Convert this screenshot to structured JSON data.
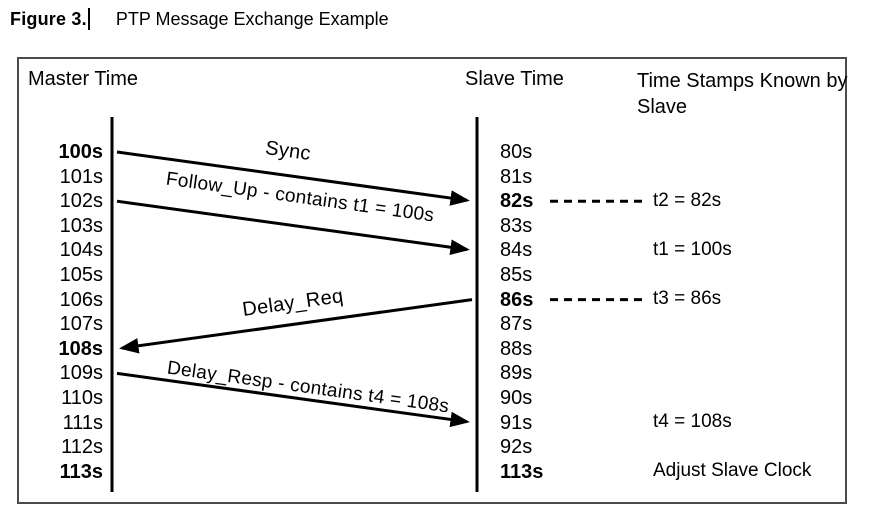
{
  "figure": {
    "label": "Figure 3.",
    "title": "PTP Message Exchange Example"
  },
  "colors": {
    "ink": "#000000",
    "box_border": "#4b4b4b",
    "background": "#ffffff"
  },
  "diagram": {
    "headers": {
      "master": "Master Time",
      "slave": "Slave Time",
      "timestamps": "Time Stamps Known by Slave"
    },
    "master_rows": [
      {
        "label": "100s",
        "bold": true
      },
      {
        "label": "101s",
        "bold": false
      },
      {
        "label": "102s",
        "bold": false
      },
      {
        "label": "103s",
        "bold": false
      },
      {
        "label": "104s",
        "bold": false
      },
      {
        "label": "105s",
        "bold": false
      },
      {
        "label": "106s",
        "bold": false
      },
      {
        "label": "107s",
        "bold": false
      },
      {
        "label": "108s",
        "bold": true
      },
      {
        "label": "109s",
        "bold": false
      },
      {
        "label": "110s",
        "bold": false
      },
      {
        "label": "111s",
        "bold": false
      },
      {
        "label": "112s",
        "bold": false
      },
      {
        "label": "113s",
        "bold": true
      }
    ],
    "slave_rows": [
      {
        "label": "80s",
        "bold": false
      },
      {
        "label": "81s",
        "bold": false
      },
      {
        "label": "82s",
        "bold": true
      },
      {
        "label": "83s",
        "bold": false
      },
      {
        "label": "84s",
        "bold": false
      },
      {
        "label": "85s",
        "bold": false
      },
      {
        "label": "86s",
        "bold": true
      },
      {
        "label": "87s",
        "bold": false
      },
      {
        "label": "88s",
        "bold": false
      },
      {
        "label": "89s",
        "bold": false
      },
      {
        "label": "90s",
        "bold": false
      },
      {
        "label": "91s",
        "bold": false
      },
      {
        "label": "92s",
        "bold": false
      },
      {
        "label": "113s",
        "bold": true
      }
    ],
    "messages": [
      {
        "label": "Sync"
      },
      {
        "label": "Follow_Up - contains t1 = 100s"
      },
      {
        "label": "Delay_Req"
      },
      {
        "label": "Delay_Resp - contains t4 = 108s"
      }
    ],
    "annotations": [
      {
        "label": "t2 = 82s",
        "dashed_connector": true
      },
      {
        "label": "t1 = 100s",
        "dashed_connector": false
      },
      {
        "label": "t3 = 86s",
        "dashed_connector": true
      },
      {
        "label": "t4 = 108s",
        "dashed_connector": false
      },
      {
        "label": "Adjust Slave Clock",
        "dashed_connector": false
      }
    ]
  }
}
